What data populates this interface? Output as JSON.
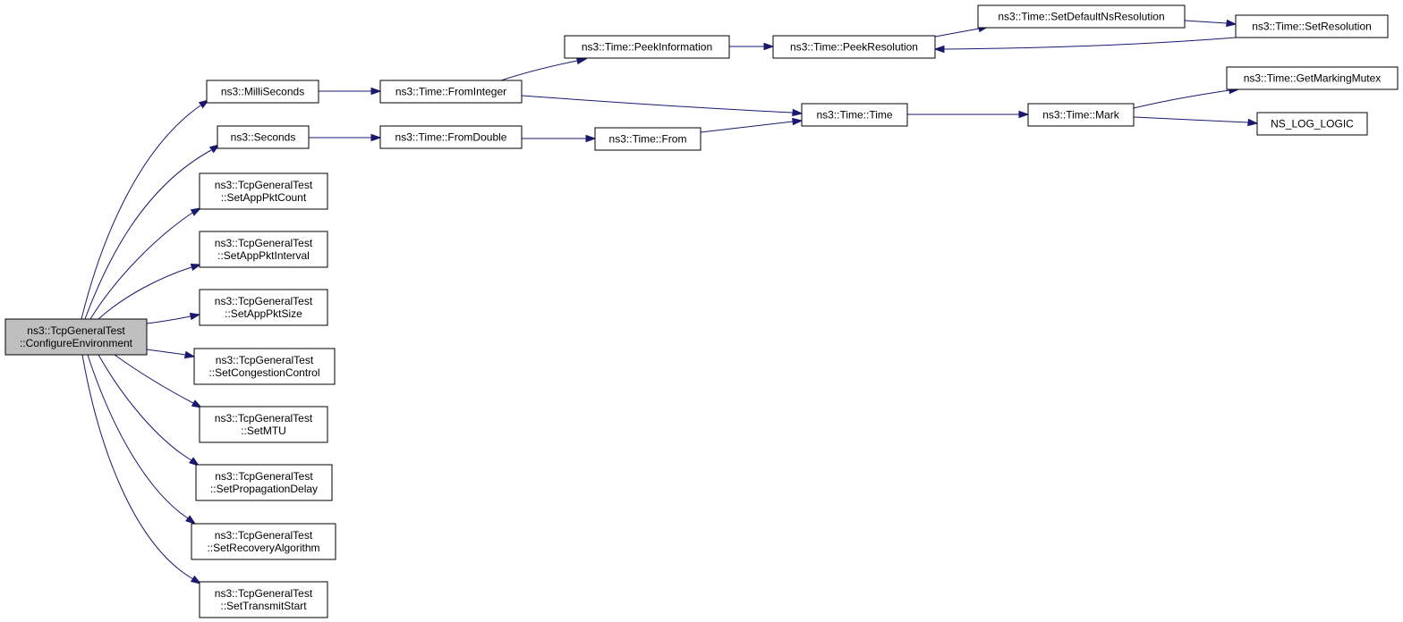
{
  "graph": {
    "colors": {
      "node_fill": "#ffffff",
      "focus_fill": "#bfbfbf",
      "node_stroke": "#000000",
      "edge": "#191970"
    },
    "nodes": [
      {
        "id": "configure",
        "lines": [
          "ns3::TcpGeneralTest",
          "::ConfigureEnvironment"
        ],
        "focus": true
      },
      {
        "id": "milliseconds",
        "lines": [
          "ns3::MilliSeconds"
        ]
      },
      {
        "id": "seconds",
        "lines": [
          "ns3::Seconds"
        ]
      },
      {
        "id": "setapppktcount",
        "lines": [
          "ns3::TcpGeneralTest",
          "::SetAppPktCount"
        ]
      },
      {
        "id": "setapppktinterval",
        "lines": [
          "ns3::TcpGeneralTest",
          "::SetAppPktInterval"
        ]
      },
      {
        "id": "setapppktsize",
        "lines": [
          "ns3::TcpGeneralTest",
          "::SetAppPktSize"
        ]
      },
      {
        "id": "setcongestioncontrol",
        "lines": [
          "ns3::TcpGeneralTest",
          "::SetCongestionControl"
        ]
      },
      {
        "id": "setmtu",
        "lines": [
          "ns3::TcpGeneralTest",
          "::SetMTU"
        ]
      },
      {
        "id": "setpropagationdelay",
        "lines": [
          "ns3::TcpGeneralTest",
          "::SetPropagationDelay"
        ]
      },
      {
        "id": "setrecoveryalgorithm",
        "lines": [
          "ns3::TcpGeneralTest",
          "::SetRecoveryAlgorithm"
        ]
      },
      {
        "id": "settransmitstart",
        "lines": [
          "ns3::TcpGeneralTest",
          "::SetTransmitStart"
        ]
      },
      {
        "id": "frominteger",
        "lines": [
          "ns3::Time::FromInteger"
        ]
      },
      {
        "id": "fromdouble",
        "lines": [
          "ns3::Time::FromDouble"
        ]
      },
      {
        "id": "peekinformation",
        "lines": [
          "ns3::Time::PeekInformation"
        ]
      },
      {
        "id": "peekresolution",
        "lines": [
          "ns3::Time::PeekResolution"
        ]
      },
      {
        "id": "setdefaultnsresolution",
        "lines": [
          "ns3::Time::SetDefaultNsResolution"
        ]
      },
      {
        "id": "setresolution",
        "lines": [
          "ns3::Time::SetResolution"
        ]
      },
      {
        "id": "time",
        "lines": [
          "ns3::Time::Time"
        ]
      },
      {
        "id": "from",
        "lines": [
          "ns3::Time::From"
        ]
      },
      {
        "id": "mark",
        "lines": [
          "ns3::Time::Mark"
        ]
      },
      {
        "id": "getmarkingmutex",
        "lines": [
          "ns3::Time::GetMarkingMutex"
        ]
      },
      {
        "id": "ns_log_logic",
        "lines": [
          "NS_LOG_LOGIC"
        ]
      }
    ],
    "edges": [
      {
        "from": "configure",
        "to": "milliseconds"
      },
      {
        "from": "configure",
        "to": "seconds"
      },
      {
        "from": "configure",
        "to": "setapppktcount"
      },
      {
        "from": "configure",
        "to": "setapppktinterval"
      },
      {
        "from": "configure",
        "to": "setapppktsize"
      },
      {
        "from": "configure",
        "to": "setcongestioncontrol"
      },
      {
        "from": "configure",
        "to": "setmtu"
      },
      {
        "from": "configure",
        "to": "setpropagationdelay"
      },
      {
        "from": "configure",
        "to": "setrecoveryalgorithm"
      },
      {
        "from": "configure",
        "to": "settransmitstart"
      },
      {
        "from": "milliseconds",
        "to": "frominteger"
      },
      {
        "from": "seconds",
        "to": "fromdouble"
      },
      {
        "from": "frominteger",
        "to": "peekinformation"
      },
      {
        "from": "frominteger",
        "to": "time"
      },
      {
        "from": "fromdouble",
        "to": "from"
      },
      {
        "from": "from",
        "to": "time"
      },
      {
        "from": "peekinformation",
        "to": "peekresolution"
      },
      {
        "from": "peekresolution",
        "to": "setdefaultnsresolution"
      },
      {
        "from": "setdefaultnsresolution",
        "to": "setresolution"
      },
      {
        "from": "setresolution",
        "to": "peekresolution"
      },
      {
        "from": "time",
        "to": "mark"
      },
      {
        "from": "mark",
        "to": "getmarkingmutex"
      },
      {
        "from": "mark",
        "to": "ns_log_logic"
      }
    ]
  }
}
